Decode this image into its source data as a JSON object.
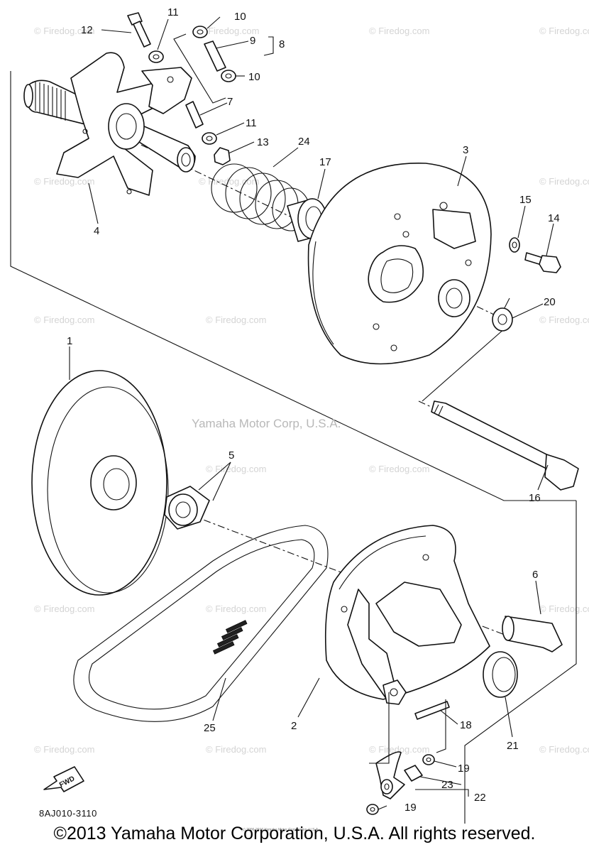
{
  "diagram": {
    "part_code": "8AJ010-3110",
    "center_watermark": "Yamaha Motor Corp, U.S.A.",
    "site_watermark": "© Firedog.com",
    "fine_print": "(c) 2006-2016 Yamaha Motor Corporation, U.S.A.",
    "fwd_label": "FWD",
    "callouts": {
      "c1": "1",
      "c2": "2",
      "c3": "3",
      "c4": "4",
      "c5": "5",
      "c6": "6",
      "c7": "7",
      "c8": "8",
      "c9": "9",
      "c10a": "10",
      "c10b": "10",
      "c11a": "11",
      "c11b": "11",
      "c12": "12",
      "c13": "13",
      "c14": "14",
      "c15": "15",
      "c16": "16",
      "c17": "17",
      "c18": "18",
      "c19a": "19",
      "c19b": "19",
      "c20": "20",
      "c21": "21",
      "c22": "22",
      "c23": "23",
      "c24": "24",
      "c25": "25"
    }
  },
  "footer": {
    "copyright": "©2013 Yamaha Motor Corporation, U.S.A. All rights reserved."
  }
}
